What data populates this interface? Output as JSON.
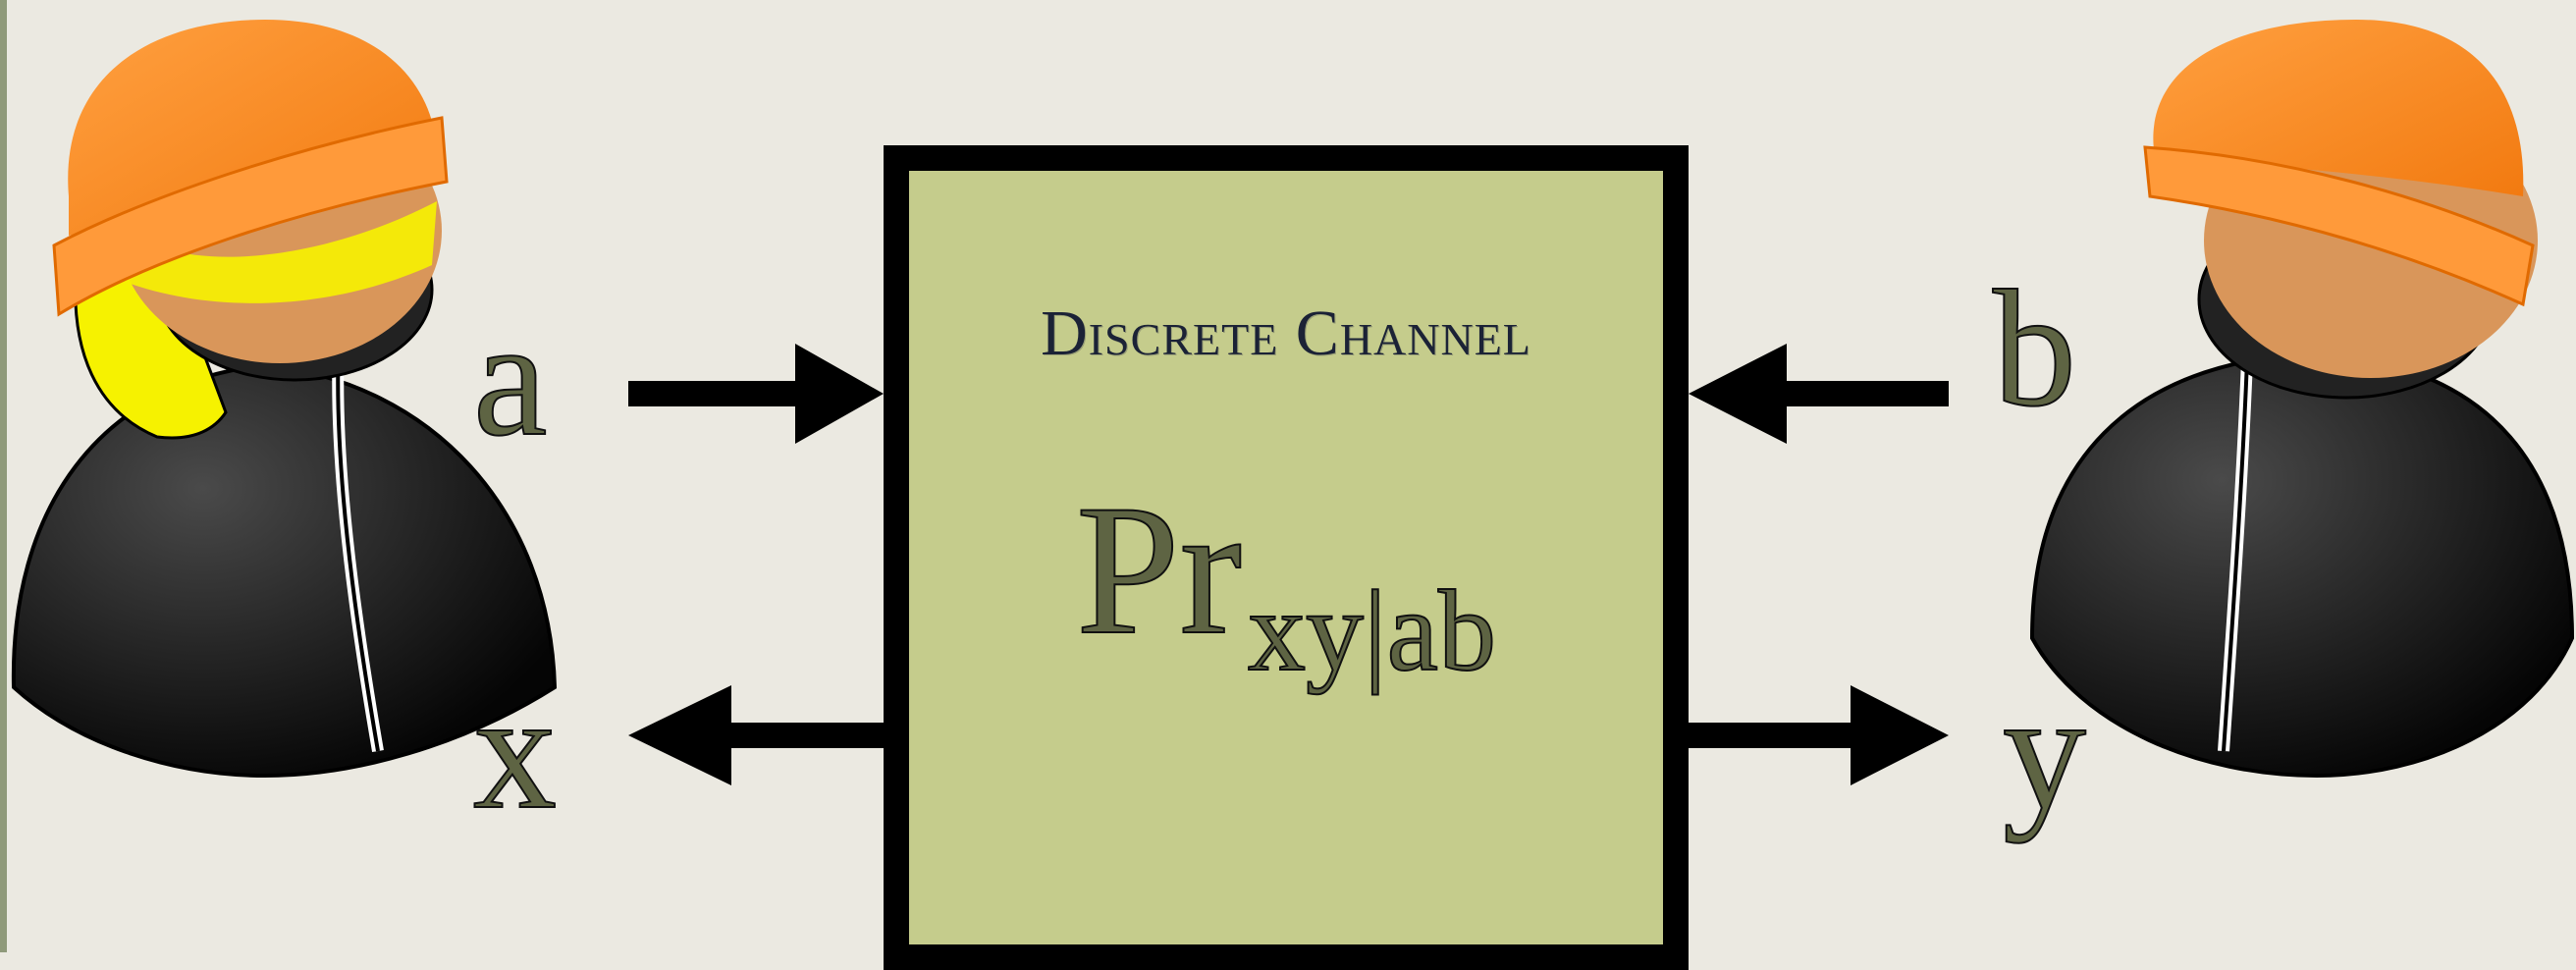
{
  "channel": {
    "title": "Discrete Channel",
    "formula_main": "Pr",
    "formula_sub": "xy|ab"
  },
  "alice": {
    "input": "a",
    "output": "x"
  },
  "bob": {
    "input": "b",
    "output": "y"
  },
  "colors": {
    "background": "#ebe9e1",
    "box_fill": "#c5cc8c",
    "hat": "#ff8c26",
    "face": "#d9965a",
    "hair": "#f6f200",
    "body": "#1a1a1a",
    "label_fill": "#5e6443"
  }
}
